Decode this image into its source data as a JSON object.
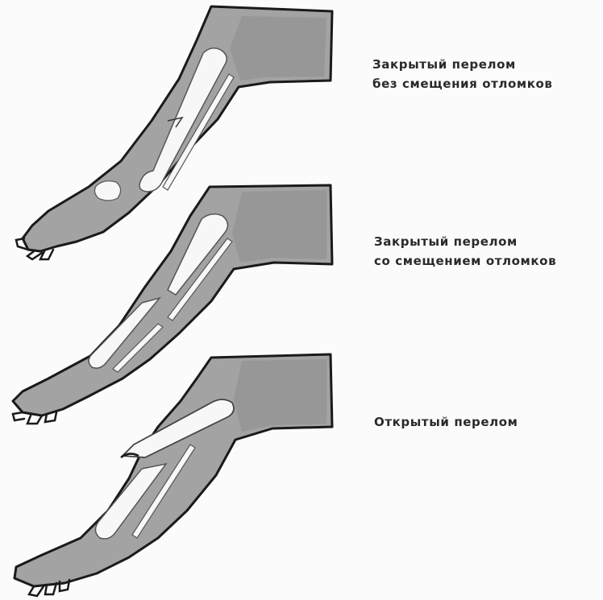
{
  "diagram": {
    "panels": [
      {
        "id": "closed-no-displacement",
        "caption_lines": [
          "Закрытый перелом",
          "без смещения отломков"
        ]
      },
      {
        "id": "closed-displaced",
        "caption_lines": [
          "Закрытый перелом",
          "со смещением отломков"
        ]
      },
      {
        "id": "open",
        "caption_lines": [
          "Открытый перелом"
        ]
      }
    ],
    "colors": {
      "skin": "#a3a3a3",
      "skin_dark": "#8a8a8a",
      "outline": "#1a1a1a",
      "bone": "#f7f7f7",
      "background": "#fbfbfb"
    }
  }
}
